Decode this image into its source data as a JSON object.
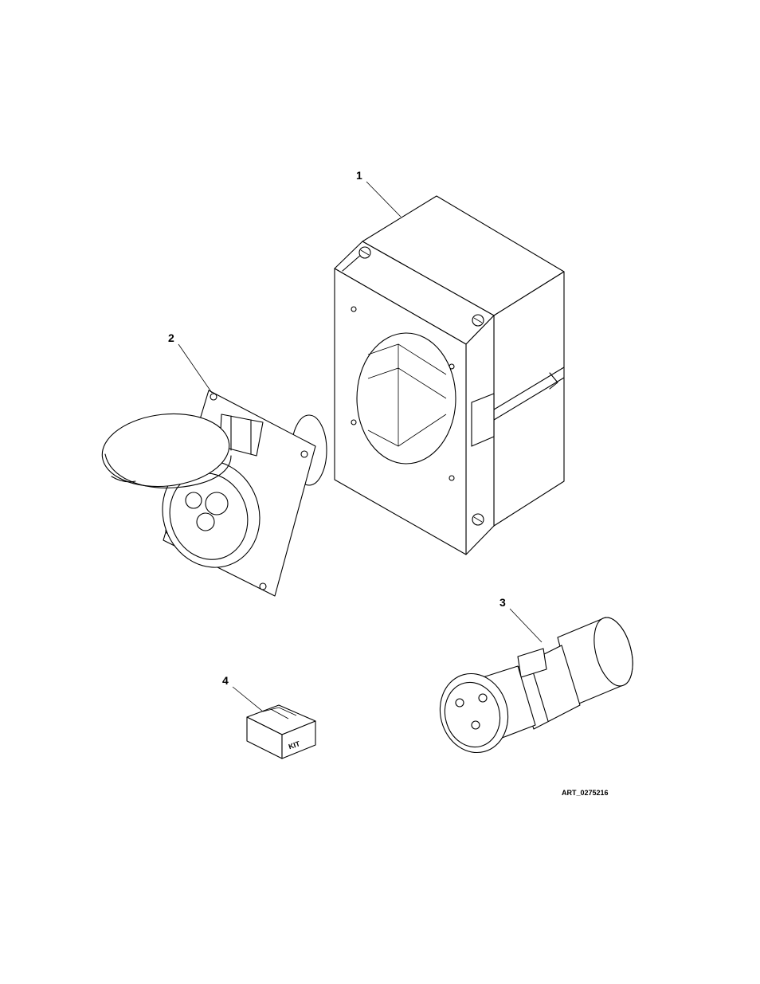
{
  "callouts": {
    "c1": "1",
    "c2": "2",
    "c3": "3",
    "c4": "4"
  },
  "kit_label": "KIT",
  "art_id": "ART_0275216"
}
